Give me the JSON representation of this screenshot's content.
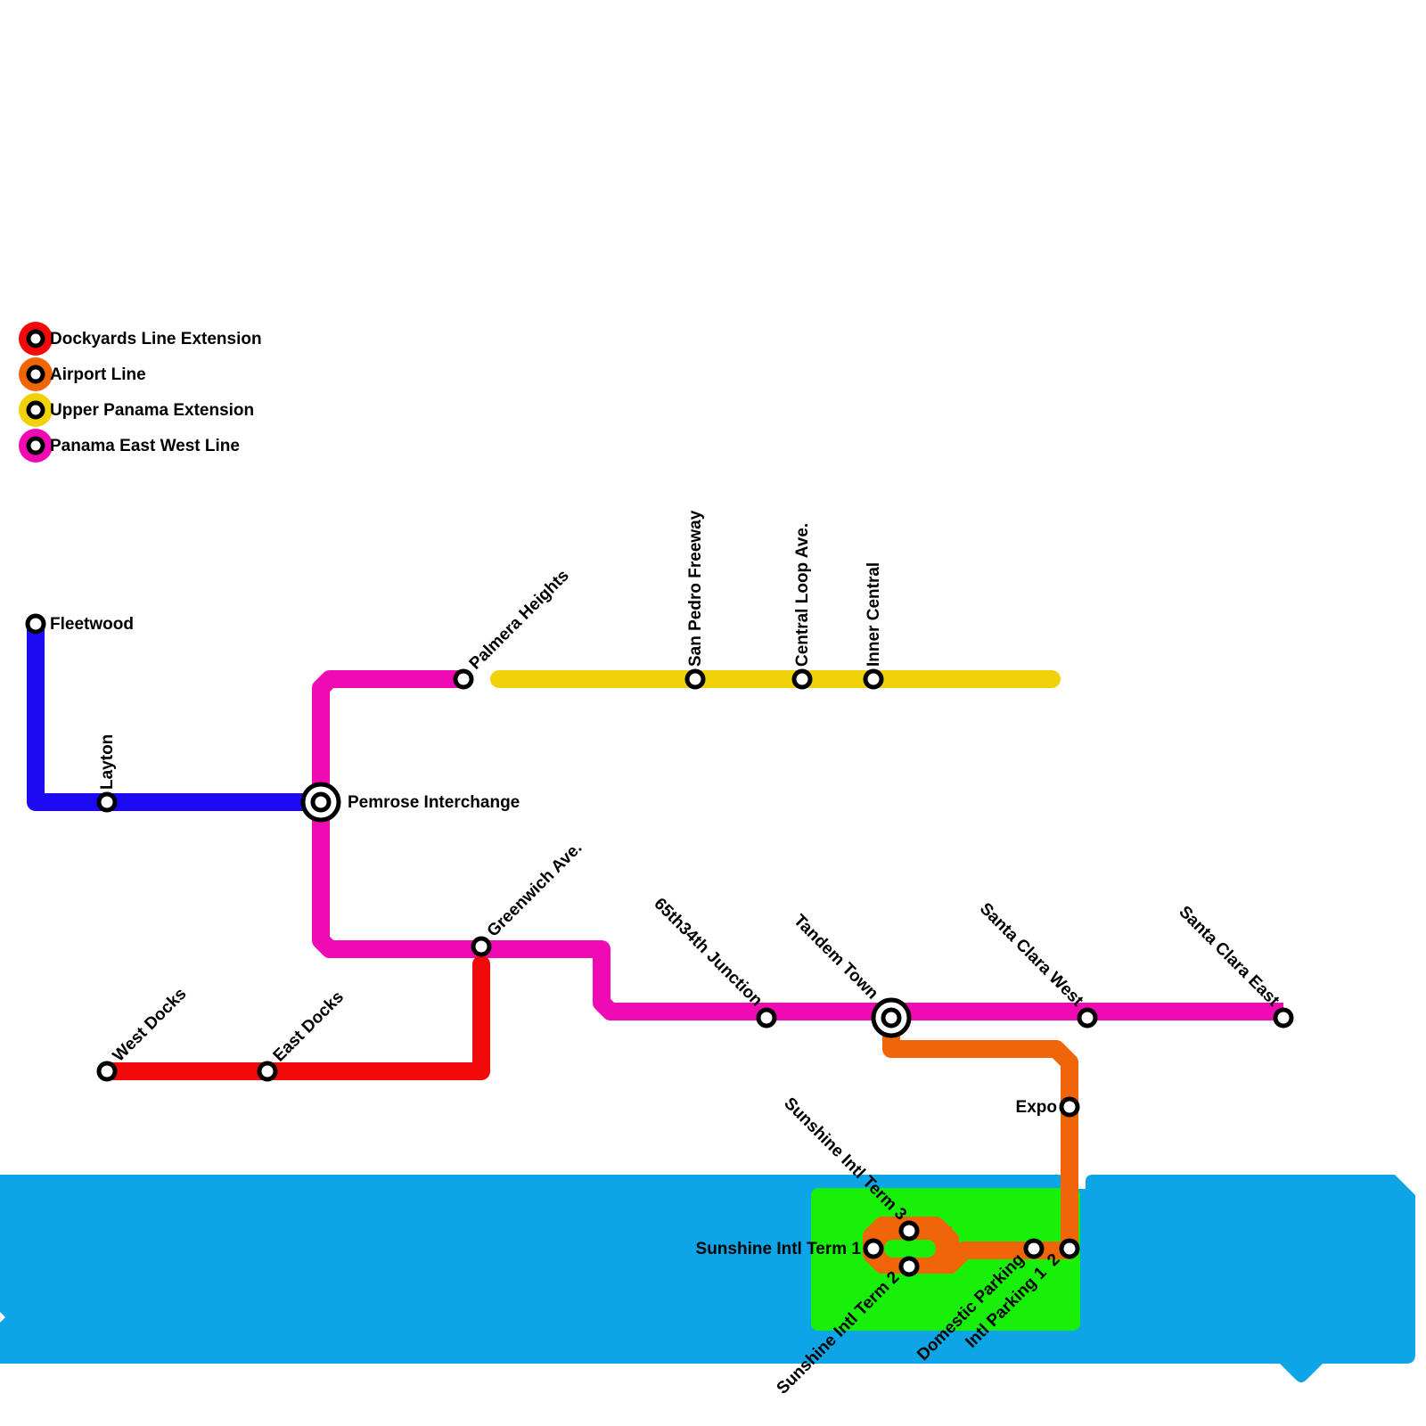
{
  "map": {
    "colors": {
      "dockyards": "#f20a0a",
      "airport": "#f0640a",
      "upper_panama": "#f0d20a",
      "panama_ew": "#f00ab4",
      "blue_line": "#1e0af0",
      "water": "#0ea5e6",
      "park": "#19f00a"
    },
    "legend": [
      {
        "label": "Dockyards Line Extension",
        "color": "#f20a0a"
      },
      {
        "label": "Airport Line",
        "color": "#f0640a"
      },
      {
        "label": "Upper Panama Extension",
        "color": "#f0d20a"
      },
      {
        "label": "Panama East West Line",
        "color": "#f00ab4"
      }
    ],
    "stations": {
      "fleetwood": "Fleetwood",
      "layton": "Layton",
      "pemrose": "Pemrose Interchange",
      "palmera": "Palmera Heights",
      "san_pedro": "San Pedro Freeway",
      "central_loop": "Central Loop Ave.",
      "inner_central": "Inner Central",
      "greenwich": "Greenwich Ave.",
      "west_docks": "West Docks",
      "east_docks": "East Docks",
      "junction_65_34": "65th34th Junction",
      "tandem": "Tandem Town",
      "sc_west": "Santa Clara West",
      "sc_east": "Santa Clara East",
      "expo": "Expo",
      "term1": "Sunshine Intl Term 1",
      "term2": "Sunshine Intl Term 2",
      "term3": "Sunshine Intl Term 3",
      "domestic_parking": "Domestic Parking",
      "intl_parking": "Intl Parking 1  2"
    }
  }
}
